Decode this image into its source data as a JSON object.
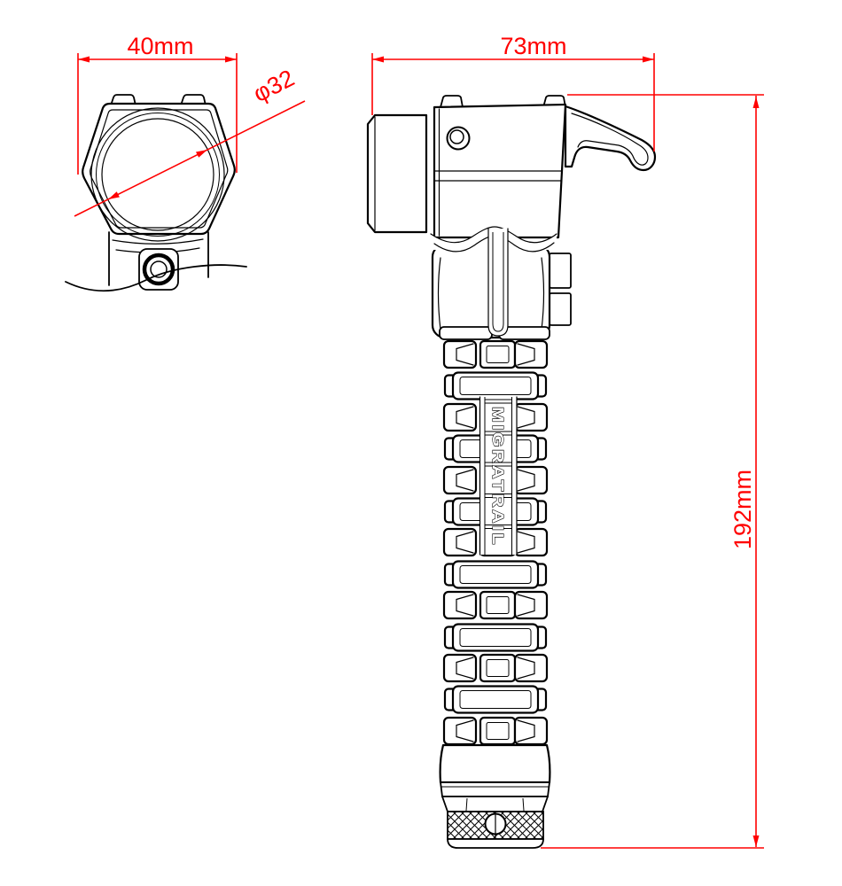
{
  "brand": "MIGRATRAIL",
  "dimensions": {
    "front_width_label": "40mm",
    "face_diameter_label": "φ32",
    "head_length_label": "73mm",
    "overall_length_label": "192mm"
  },
  "colors": {
    "dimension": "#ff0000",
    "ink": "#000000",
    "background": "#ffffff"
  }
}
